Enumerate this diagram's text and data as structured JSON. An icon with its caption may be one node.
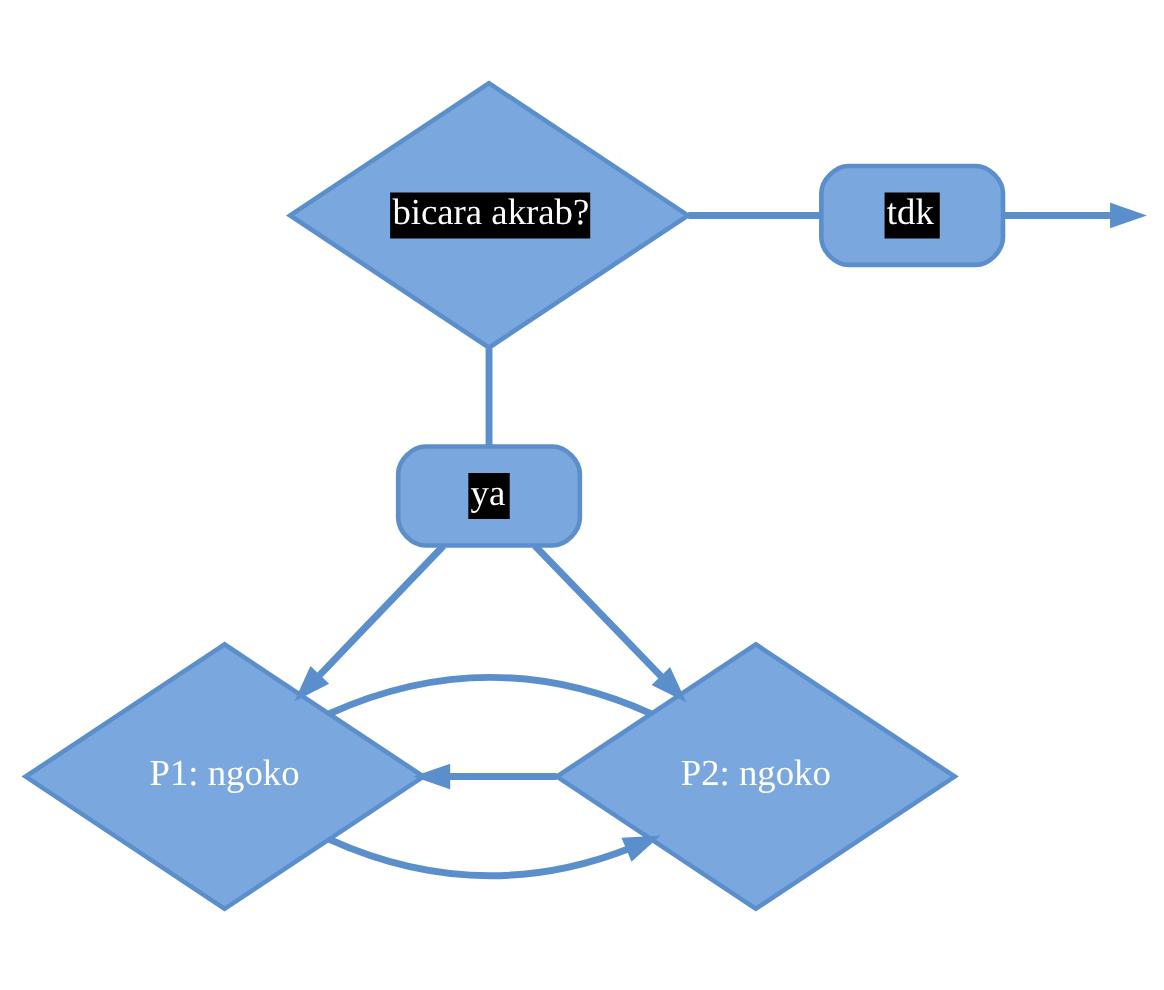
{
  "diagram": {
    "nodes": [
      {
        "text": [
          "bicara akrab?"
        ]
      },
      {
        "text": [
          "tdk"
        ]
      },
      {
        "text": [
          "ya"
        ]
      },
      {
        "text": [
          "P1: ngoko"
        ]
      },
      {
        "text": [
          "P2: ngoko"
        ]
      }
    ],
    "edges": [
      {
        "from": 0,
        "to": 1,
        "arrow": "none"
      },
      {
        "from": 1,
        "to": null,
        "arrow": "to"
      },
      {
        "from": 0,
        "to": 2,
        "arrow": "none"
      },
      {
        "from": 2,
        "to": 3,
        "arrow": "to"
      },
      {
        "from": 2,
        "to": 4,
        "arrow": "to"
      },
      {
        "from": 3,
        "to": 4,
        "arrow": "to"
      },
      {
        "from": 4,
        "to": 3,
        "arrow": "to"
      },
      {
        "from": 3,
        "to": 4,
        "arrow": "none"
      }
    ]
  }
}
